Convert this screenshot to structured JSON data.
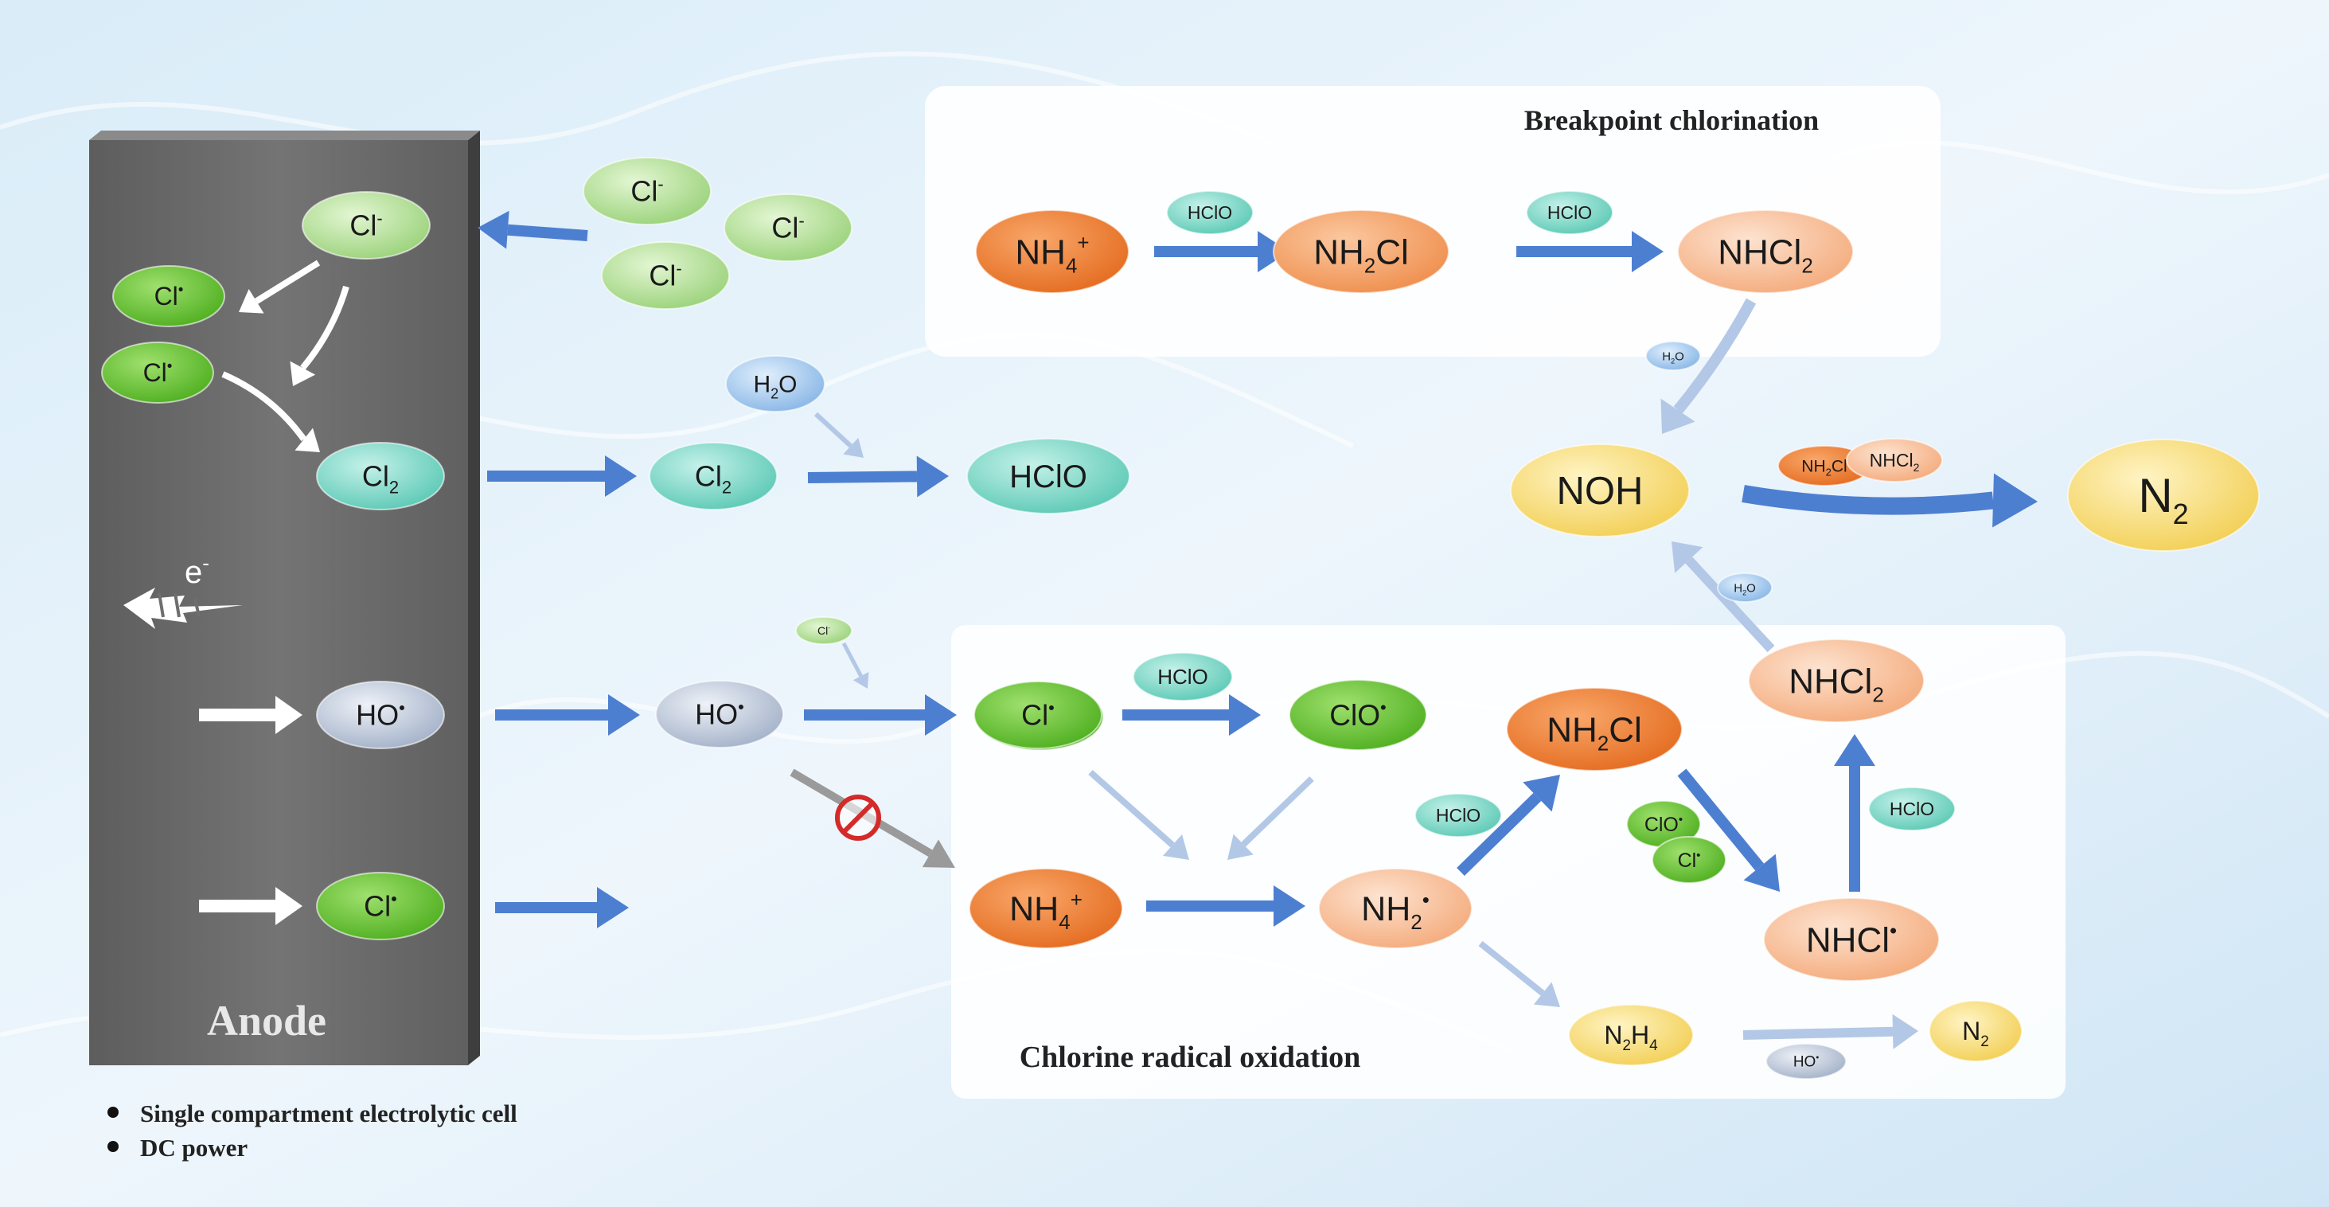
{
  "colors": {
    "water_light": "#e6f2fb",
    "water_mid": "#b7dbf2",
    "anode": "#6e6e6e",
    "arrow_blue": "#4d7fd1",
    "arrow_light": "#b5c9e4",
    "green_light": "#a5d98a",
    "green_dark": "#5ebd2f",
    "teal": "#6fd2c0",
    "orange": "#ee7a2f",
    "peach": "#f7b98f",
    "yellow": "#f8dc72",
    "grey_blue": "#b9c5d9",
    "blue_light": "#9ec6ee"
  },
  "labels": {
    "breakpoint_title": "Breakpoint chlorination",
    "radical_title": "Chlorine radical oxidation",
    "anode": "Anode",
    "electron": "e",
    "electron_sup": "-",
    "legend": [
      "Single compartment electrolytic cell",
      "DC power"
    ],
    "prohibited_icon": "no-entry-icon"
  },
  "nodes": [
    {
      "id": "anode-cl-minus",
      "base": "Cl",
      "sup": "-",
      "kind": "green_light"
    },
    {
      "id": "anode-cl-radical-1",
      "base": "Cl",
      "sup": "•",
      "kind": "green_dark"
    },
    {
      "id": "anode-cl-radical-2",
      "base": "Cl",
      "sup": "•",
      "kind": "green_dark"
    },
    {
      "id": "anode-cl2",
      "base": "Cl",
      "sub": "2",
      "kind": "teal"
    },
    {
      "id": "anode-ho-radical",
      "base": "HO",
      "sup": "•",
      "kind": "grey_blue"
    },
    {
      "id": "anode-cl-radical-3",
      "base": "Cl",
      "sup": "•",
      "kind": "green_dark"
    },
    {
      "id": "sol-cl-minus-1",
      "base": "Cl",
      "sup": "-",
      "kind": "green_light"
    },
    {
      "id": "sol-cl-minus-2",
      "base": "Cl",
      "sup": "-",
      "kind": "green_light"
    },
    {
      "id": "sol-cl-minus-3",
      "base": "Cl",
      "sup": "-",
      "kind": "green_light"
    },
    {
      "id": "h2o-top",
      "base": "H",
      "sub": "2",
      "tail": "O",
      "kind": "blue_light"
    },
    {
      "id": "sol-cl2",
      "base": "Cl",
      "sub": "2",
      "kind": "teal"
    },
    {
      "id": "hclo-main",
      "base": "HClO",
      "kind": "teal"
    },
    {
      "id": "sol-ho-radical",
      "base": "HO",
      "sup": "•",
      "kind": "grey_blue"
    },
    {
      "id": "sol-cl-minus-small",
      "base": "Cl",
      "sup": "-",
      "kind": "green_light"
    },
    {
      "id": "sol-cl-radical",
      "base": "Cl",
      "sup": "•",
      "kind": "green_dark"
    },
    {
      "id": "bp-nh4",
      "base": "NH",
      "sub": "4",
      "sup": "+",
      "kind": "orange"
    },
    {
      "id": "bp-hclo-1",
      "base": "HClO",
      "kind": "teal"
    },
    {
      "id": "bp-nh2cl",
      "base": "NH",
      "sub": "2",
      "tail": "Cl",
      "kind": "orange_light"
    },
    {
      "id": "bp-hclo-2",
      "base": "HClO",
      "kind": "teal"
    },
    {
      "id": "bp-nhcl2",
      "base": "NHCl",
      "sub": "2",
      "kind": "peach"
    },
    {
      "id": "h2o-right",
      "base": "H",
      "sub": "2",
      "tail": "O",
      "kind": "blue_light"
    },
    {
      "id": "noh",
      "base": "NOH",
      "kind": "yellow"
    },
    {
      "id": "small-nh2cl",
      "base": "NH",
      "sub": "2",
      "tail": "Cl",
      "kind": "orange"
    },
    {
      "id": "small-nhcl2",
      "base": "NHCl",
      "sub": "2",
      "kind": "peach"
    },
    {
      "id": "n2-big",
      "base": "N",
      "sub": "2",
      "kind": "yellow"
    },
    {
      "id": "cr-cl-radical",
      "base": "Cl",
      "sup": "•",
      "kind": "green_dark"
    },
    {
      "id": "cr-hclo-1",
      "base": "HClO",
      "kind": "teal"
    },
    {
      "id": "cr-clo-radical",
      "base": "ClO",
      "sup": "•",
      "kind": "green_dark"
    },
    {
      "id": "cr-nh4",
      "base": "NH",
      "sub": "4",
      "sup": "+",
      "kind": "orange"
    },
    {
      "id": "cr-nh2-radical",
      "base": "NH",
      "sub": "2",
      "sup": "•",
      "kind": "peach"
    },
    {
      "id": "cr-hclo-2",
      "base": "HClO",
      "kind": "teal"
    },
    {
      "id": "cr-nh2cl",
      "base": "NH",
      "sub": "2",
      "tail": "Cl",
      "kind": "orange"
    },
    {
      "id": "cr-clo-radical-small",
      "base": "ClO",
      "sup": "•",
      "kind": "green_dark"
    },
    {
      "id": "cr-cl-radical-small",
      "base": "Cl",
      "sup": "•",
      "kind": "green_dark"
    },
    {
      "id": "cr-nhcl-radical",
      "base": "NHCl",
      "sup": "•",
      "kind": "peach"
    },
    {
      "id": "cr-nhcl2",
      "base": "NHCl",
      "sub": "2",
      "kind": "peach"
    },
    {
      "id": "cr-hclo-3",
      "base": "HClO",
      "kind": "teal"
    },
    {
      "id": "h2o-mid",
      "base": "H",
      "sub": "2",
      "tail": "O",
      "kind": "blue_light"
    },
    {
      "id": "cr-n2h4",
      "base": "N",
      "sub": "2",
      "tail": "H",
      "sub2": "4",
      "kind": "yellow"
    },
    {
      "id": "cr-ho-radical-small",
      "base": "HO",
      "sup": "•",
      "kind": "grey_blue"
    },
    {
      "id": "cr-n2",
      "base": "N",
      "sub": "2",
      "kind": "yellow"
    }
  ]
}
